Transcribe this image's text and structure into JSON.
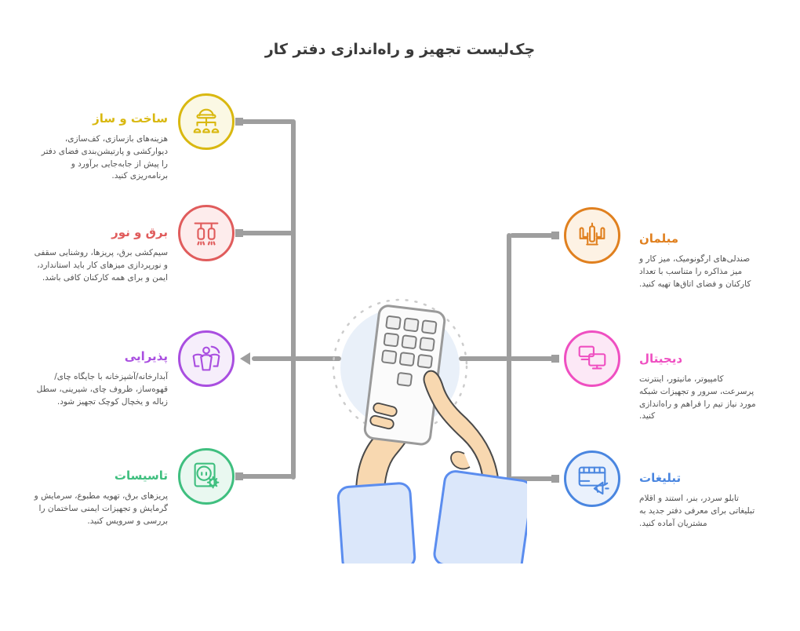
{
  "title": "چک‌لیست تجهیز و راه‌اندازی دفتر کار",
  "colors": {
    "connector": "#9e9e9e",
    "title_text": "#3a3a3a",
    "body_text": "#525252",
    "sleeve_stroke": "#5b8def",
    "sleeve_fill": "#dbe7fa",
    "skin": "#f8d8b0",
    "center_circle_fill": "#e9f0f9"
  },
  "left_items": [
    {
      "label": "ساخت و ساز",
      "icon": "hardhat-hierarchy-icon",
      "color": "#d9b810",
      "fill": "#fbf8e4",
      "desc": "هزینه‌های بازسازی، کف‌سازی، دیوارکشی و پارتیشن‌بندی فضای دفتر را پیش از جابه‌جایی برآورد و برنامه‌ریزی کنید."
    },
    {
      "label": "برق و نور",
      "icon": "pendant-lights-icon",
      "color": "#e05c5c",
      "fill": "#fdecec",
      "desc": "سیم‌کشی برق، پریزها، روشنایی سقفی و نورپردازی میزهای کار باید استاندارد، ایمن و برای همه کارکنان کافی باشد."
    },
    {
      "label": "پذیرایی",
      "icon": "tea-cups-icon",
      "color": "#a94ee0",
      "fill": "#f6eefb",
      "desc": "آبدارخانه/آشپزخانه با جایگاه چای/قهوه‌ساز، ظروف چای، شیرینی، سطل زباله و یخچال کوچک تجهیز شود."
    },
    {
      "label": "تاسیسات",
      "icon": "power-outlet-gear-icon",
      "color": "#3fbf7f",
      "fill": "#e9f8f0",
      "desc": "پریزهای برق، تهویه مطبوع، سرمایش و گرمایش و تجهیزات ایمنی ساختمان را بررسی و سرویس کنید."
    }
  ],
  "right_items": [
    {
      "label": "مبلمان",
      "icon": "meeting-chairs-icon",
      "color": "#e0801f",
      "fill": "#fdf2e4",
      "desc": "صندلی‌های ارگونومیک، میز کار و میز مذاکره را متناسب با تعداد کارکنان و فضای اتاق‌ها تهیه کنید."
    },
    {
      "label": "دیجیتال",
      "icon": "computer-monitors-icon",
      "color": "#ef4fc1",
      "fill": "#fce8f6",
      "desc": "کامپیوتر، مانیتور، اینترنت پرسرعت، سرور و تجهیزات شبکه مورد نیاز تیم را فراهم و راه‌اندازی کنید."
    },
    {
      "label": "تبلیغات",
      "icon": "billboard-megaphone-icon",
      "color": "#4a86e0",
      "fill": "#eaf1fc",
      "desc": "تابلو سردر، بنر، استند و اقلام تبلیغاتی برای معرفی دفتر جدید به مشتریان آماده کنید."
    }
  ]
}
